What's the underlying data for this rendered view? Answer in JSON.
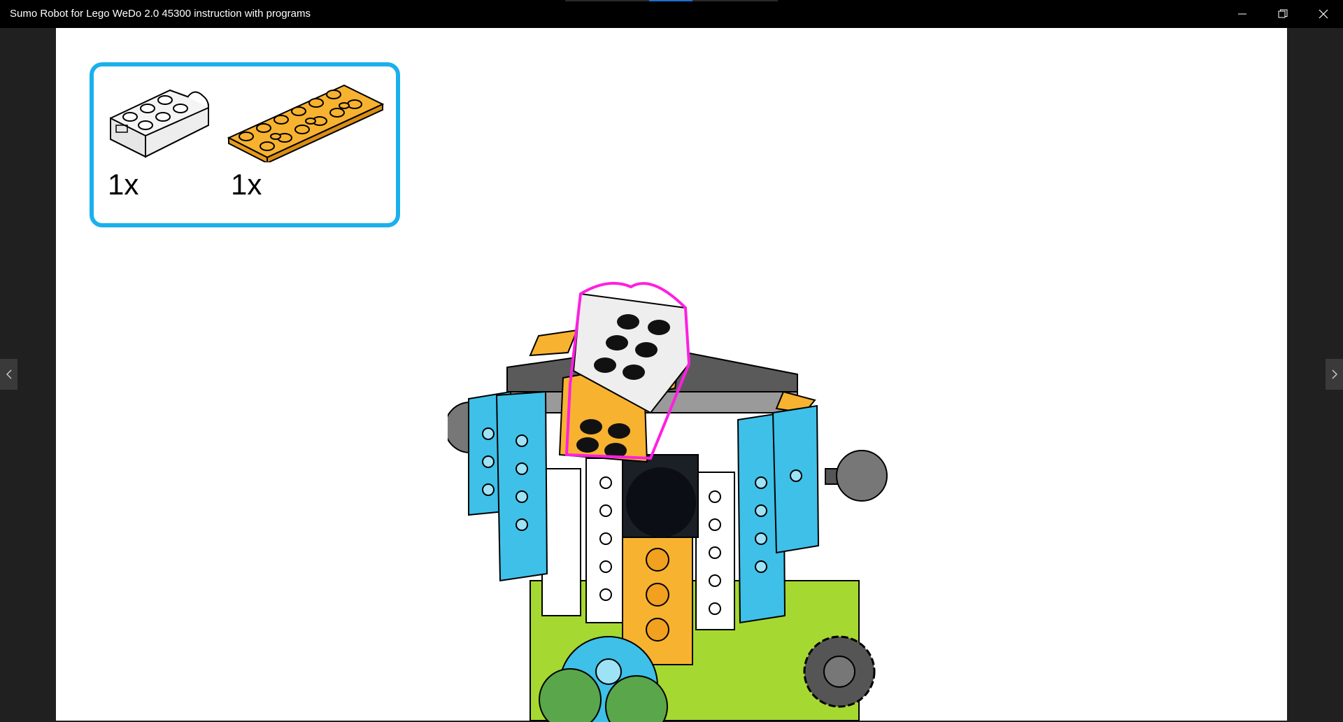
{
  "window": {
    "title": "Sumo Robot for Lego WeDo 2.0 45300 instruction with programs"
  },
  "step": {
    "parts": [
      {
        "name": "white-curved-slope-brick",
        "count_label": "1x",
        "color": "#f2f2f2"
      },
      {
        "name": "orange-plate-2x6",
        "count_label": "1x",
        "color": "#f7b230"
      }
    ],
    "highlight_color": "#ff1fe0",
    "frame_color": "#1ab0ec"
  },
  "icons": {
    "minimize": "minimize-icon",
    "restore": "restore-icon",
    "close": "close-icon",
    "previous": "chevron-left-icon",
    "next": "chevron-right-icon"
  }
}
